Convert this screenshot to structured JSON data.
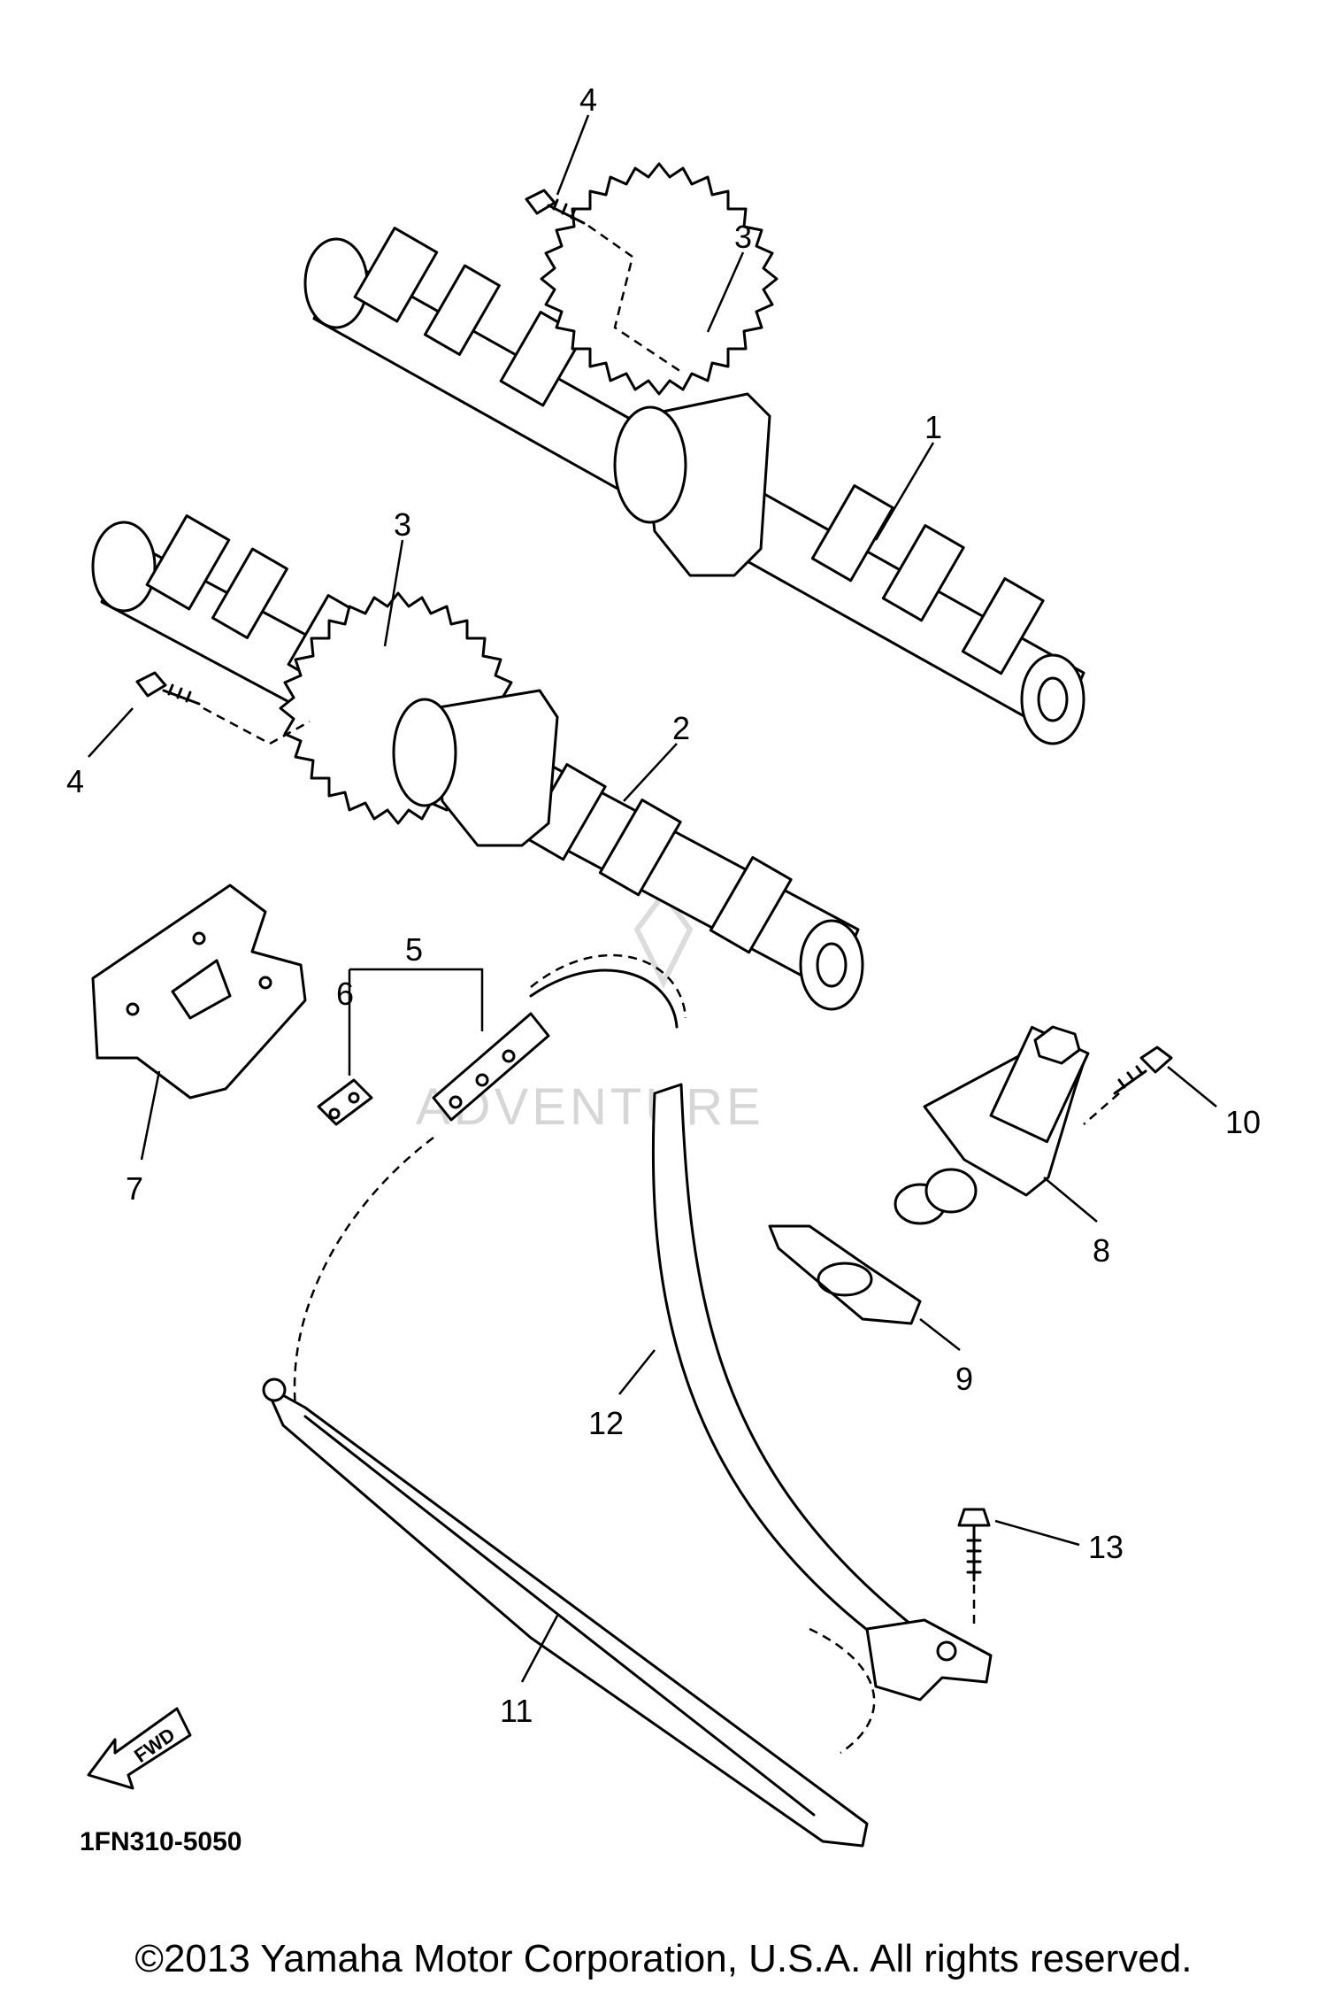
{
  "diagram": {
    "part_code": "1FN310-5050",
    "direction_label": "FWD",
    "watermark_text": "ADVENTURE",
    "copyright": "©2013 Yamaha Motor Corporation, U.S.A. All rights reserved.",
    "callouts": {
      "p1": "1",
      "p2": "2",
      "p3a": "3",
      "p3b": "3",
      "p4a": "4",
      "p4b": "4",
      "p5": "5",
      "p6": "6",
      "p7": "7",
      "p8": "8",
      "p9": "9",
      "p10": "10",
      "p11": "11",
      "p12": "12",
      "p13": "13"
    }
  }
}
